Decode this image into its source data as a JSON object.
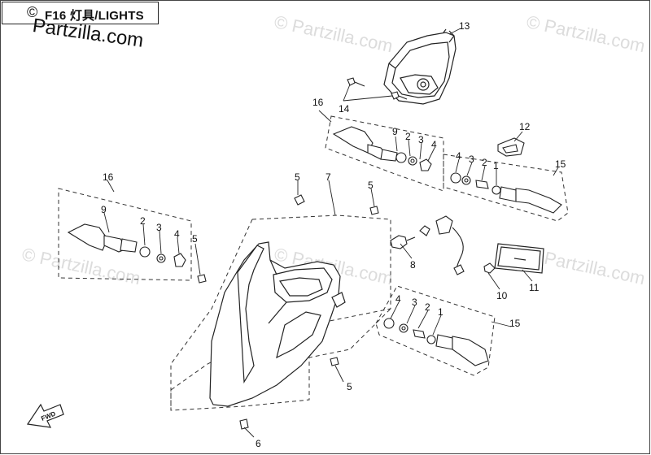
{
  "header": {
    "copyright_symbol": "©",
    "title": "F16  灯具/LIGHTS",
    "brand": "Partzilla.com"
  },
  "watermark": {
    "text": "© Partzilla.com"
  },
  "callouts": {
    "n13": "13",
    "n14": "14",
    "n16a": "16",
    "n9a": "9",
    "n2a": "2",
    "n3a": "3",
    "n4a": "4",
    "n12": "12",
    "n4b": "4",
    "n3b": "3",
    "n2b": "2",
    "n1b": "1",
    "n15a": "15",
    "n16b": "16",
    "n9b": "9",
    "n2c": "2",
    "n3c": "3",
    "n4c": "4",
    "n5a": "5",
    "n5b": "5",
    "n7": "7",
    "n5c": "5",
    "n5d": "5",
    "n8": "8",
    "n10": "10",
    "n11": "11",
    "n4d": "4",
    "n3d": "3",
    "n2d": "2",
    "n1d": "1",
    "n15b": "15",
    "n6": "6"
  },
  "fwd_label": "FWD",
  "icons": {
    "fwd_arrow": "fwd-arrow-icon"
  }
}
